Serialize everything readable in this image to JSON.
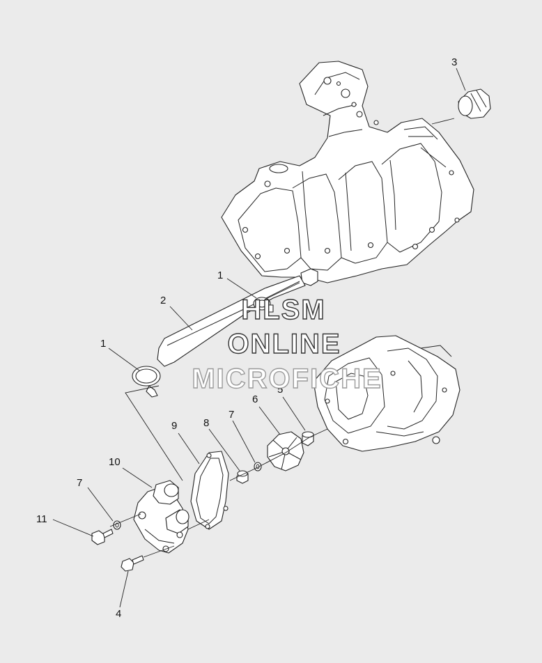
{
  "callouts": {
    "c1_top": "1",
    "c1_left": "1",
    "c2": "2",
    "c3": "3",
    "c4": "4",
    "c5": "5",
    "c6": "6",
    "c7_right": "7",
    "c7_left": "7",
    "c8": "8",
    "c9": "9",
    "c10": "10",
    "c11": "11"
  },
  "watermark": {
    "line1": "HLSM",
    "line2": "ONLINE",
    "line3": "MICROFICHE"
  },
  "colors": {
    "background": "#ebebeb",
    "linework": "#222222",
    "watermark_dark": "#333333",
    "watermark_light": "#9a9a9a"
  }
}
